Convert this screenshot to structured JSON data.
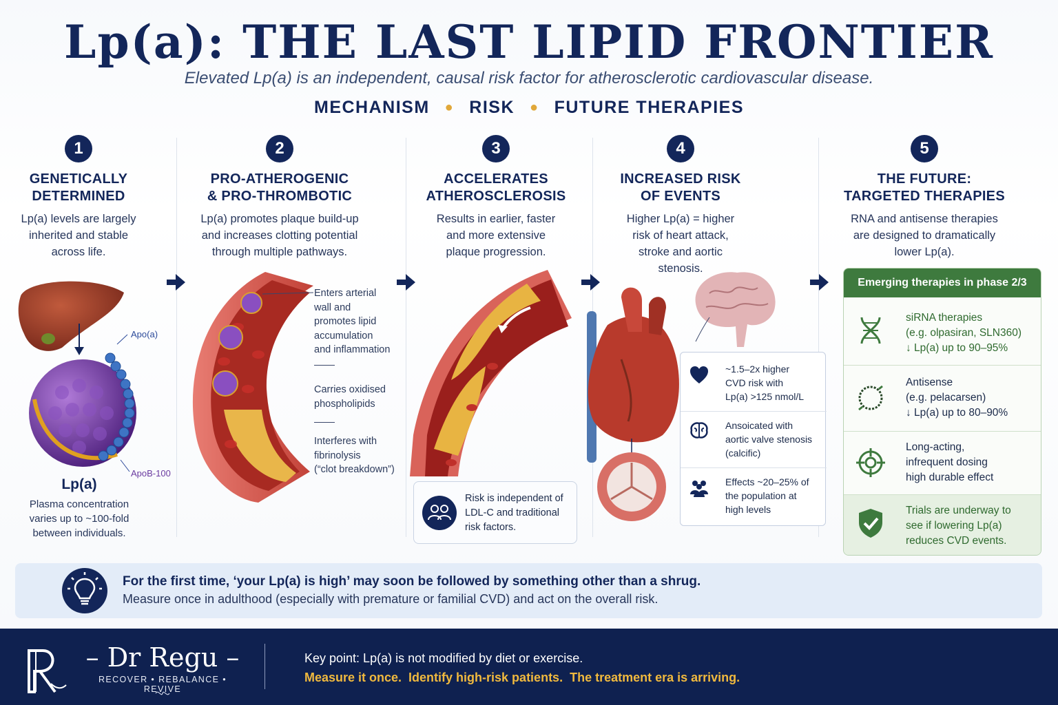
{
  "header": {
    "title": "Lp(a): THE LAST LIPID FRONTIER",
    "subtitle": "Elevated Lp(a) is an independent, causal risk factor for atherosclerotic cardiovascular disease.",
    "pillars": [
      "MECHANISM",
      "RISK",
      "FUTURE THERAPIES"
    ]
  },
  "colors": {
    "navy": "#13265a",
    "gold": "#e1a83a",
    "green": "#3e7a3e",
    "footer": "#0f2150"
  },
  "columns": [
    {
      "num": "1",
      "title": "GENETICALLY\nDETERMINED",
      "text": "Lp(a) levels are largely\ninherited and stable\nacross life."
    },
    {
      "num": "2",
      "title": "PRO-ATHEROGENIC\n& PRO-THROMBOTIC",
      "text": "Lp(a) promotes plaque build-up\nand increases clotting potential\nthrough multiple pathways."
    },
    {
      "num": "3",
      "title": "ACCELERATES\nATHEROSCLEROSIS",
      "text": "Results in earlier, faster\nand more extensive\nplaque progression."
    },
    {
      "num": "4",
      "title": "INCREASED RISK\nOF EVENTS",
      "text": "Higher Lp(a) = higher\nrisk of heart attack,\nstroke and aortic\nstenosis."
    },
    {
      "num": "5",
      "title": "THE FUTURE:\nTARGETED THERAPIES",
      "text": "RNA and antisense therapies\nare designed to dramatically\nlower Lp(a)."
    }
  ],
  "particle": {
    "apoa_label": "Apo(a)",
    "apob_label": "ApoB-100",
    "name": "Lp(a)",
    "caption": "Plasma concentration\nvaries up to ~100-fold\nbetween individuals."
  },
  "artery_callouts": [
    "Enters arterial\nwall and\npromotes lipid\naccumulation\nand inflammation",
    "Carries oxidised\nphospholipids",
    "Interferes with\nfibrinolysis\n(“clot breakdown”)"
  ],
  "risk_box": {
    "text": "Risk is independent of\nLDL-C and traditional\nrisk factors.",
    "icon": "people-icon"
  },
  "events": [
    {
      "icon": "heart-icon",
      "text": "~1.5–2x higher\nCVD risk with\nLp(a) >125 nmol/L"
    },
    {
      "icon": "brain-icon",
      "text": "Ansoicated with\naortic valve stenosis\n(calcific)"
    },
    {
      "icon": "people-icon",
      "text": "Effects ~20–25% of\nthe population at\nhigh levels"
    }
  ],
  "therapies": {
    "header": "Emerging therapies in phase 2/3",
    "items": [
      {
        "icon": "dna-icon",
        "text": "siRNA therapies\n(e.g. olpasiran, SLN360)\n↓ Lp(a) up to 90–95%"
      },
      {
        "icon": "antisense-icon",
        "text": "Antisense\n(e.g. pelacarsen)\n↓ Lp(a) up to 80–90%"
      },
      {
        "icon": "target-icon",
        "text": "Long-acting,\ninfrequent dosing\nhigh durable effect"
      },
      {
        "icon": "shield-check-icon",
        "text": "Trials are underway to\nsee if lowering Lp(a)\nreduces CVD events."
      }
    ]
  },
  "banner": {
    "line1": "For the first time, ‘your Lp(a) is high’ may soon be followed by something other than a shrug.",
    "line2": "Measure once in adulthood (especially with premature or familial CVD) and act on the overall risk."
  },
  "footer": {
    "brand": "– Dr Regu –",
    "tagline": "RECOVER • REBALANCE • REVIVE",
    "key_point": "Key point:  Lp(a) is not modified by diet or exercise.",
    "cta": "Measure it once.  Identify high-risk patients.  The treatment era is arriving."
  }
}
